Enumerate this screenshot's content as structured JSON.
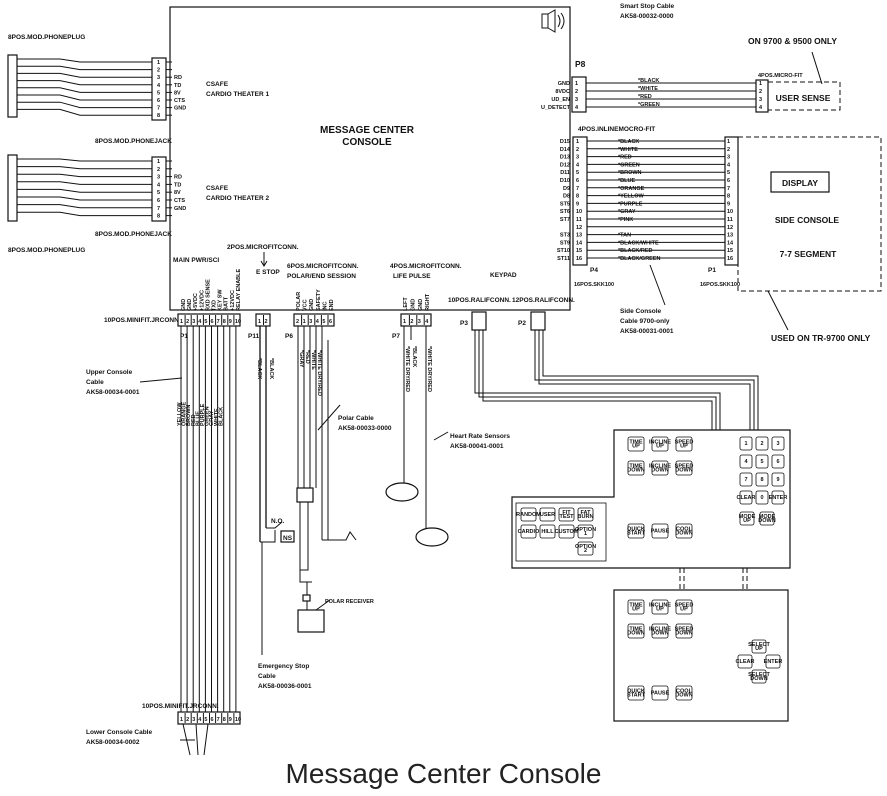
{
  "caption": "Message Center Console",
  "console": {
    "title1": "MESSAGE CENTER",
    "title2": "CONSOLE",
    "p8": "P8"
  },
  "phoneplug_top": "8POS.MOD.PHONEPLUG",
  "phonejack_top": "8POS.MOD.PHONEJACK",
  "phoneplug_bottom": "8POS.MOD.PHONEPLUG",
  "phonejack_bottom": "8POS.MOD.PHONEJACK",
  "cafe1": {
    "line1": "CSAFE",
    "line2": "CARDIO THEATER 1"
  },
  "cafe2": {
    "line1": "CSAFE",
    "line2": "CARDIO THEATER 2"
  },
  "csafe_signals": [
    "RD",
    "TD",
    "8V",
    "CTS",
    "GND"
  ],
  "jack_pins": [
    "1",
    "2",
    "3",
    "4",
    "5",
    "6",
    "7",
    "8"
  ],
  "smart_stop": {
    "line1": "Smart Stop Cable",
    "line2": "AK58-00032-0000"
  },
  "note_9700_9500": "ON 9700 & 9500 ONLY",
  "micro_fit_4": "4POS.MICRO-FIT",
  "user_sense": "USER SENSE",
  "smart_signals": [
    "GND",
    "8VDC",
    "UD_EN",
    "U_DETECT"
  ],
  "smart_colors": [
    "*BLACK",
    "*WHITE",
    "*RED",
    "*GREEN"
  ],
  "inline_label": "4POS.INLINEMOCRO-FIT",
  "side_signals": [
    "D15",
    "D14",
    "D13",
    "D12",
    "D11",
    "D10",
    "D9",
    "D8",
    "ST5",
    "ST6",
    "ST7",
    "",
    "ST3",
    "ST9",
    "ST10",
    "ST11"
  ],
  "side_colors": [
    "*BLACK",
    "*WHITE",
    "*RED",
    "*GREEN",
    "*BROWN",
    "*BLUE",
    "*ORANGE",
    "*YELLOW",
    "*PURPLE",
    "*GRAY",
    "*PINK",
    "",
    "*TAN",
    "*BLACK/WHITE",
    "*BLACK/RED",
    "*BLACK/GREEN"
  ],
  "side_pins": [
    "1",
    "2",
    "3",
    "4",
    "5",
    "6",
    "7",
    "8",
    "9",
    "10",
    "11",
    "12",
    "13",
    "14",
    "15",
    "16"
  ],
  "p4": "P4",
  "p1_right": "P1",
  "skk_left": "16POS.SKK100",
  "skk_right": "16POS.SKK100",
  "side_cable": {
    "line1": "Side Console",
    "line2": "Cable 9700-only",
    "line3": "AK58-00031-0001"
  },
  "side_console": {
    "display": "DISPLAY",
    "name": "SIDE CONSOLE",
    "segment": "7-7 SEGMENT"
  },
  "tr9700": "USED ON TR-9700 ONLY",
  "micro2": "2POS.MICROFITCONN.",
  "main_pwr": "MAIN PWR/SCI",
  "pos6": {
    "line1": "6POS.MICROFITCONN.",
    "line2": "POLAR/END SESSION"
  },
  "pos4": {
    "line1": "4POS.MICROFITCONN.",
    "line2": "LIFE PULSE"
  },
  "keypad": "KEYPAD",
  "estop": "E STOP",
  "p1_main": "10POS.MINIFIT.JRCONN.",
  "p1": "P1",
  "p11": "P11",
  "p6": "P6",
  "p7": "P7",
  "p3": "P3",
  "p2": "P2",
  "rali10": "10POS.RALIFCONN.",
  "rali12": "12POS.RALIFCONN.",
  "pins10": [
    "1",
    "2",
    "3",
    "4",
    "5",
    "6",
    "7",
    "8",
    "9",
    "10"
  ],
  "pins2": [
    "1",
    "2"
  ],
  "pins6": [
    "2",
    "1",
    "3",
    "4",
    "5",
    "6"
  ],
  "pins4": [
    "1",
    "2",
    "3",
    "4"
  ],
  "main_signals": [
    "GND",
    "GND",
    "+5VDC",
    "+12VDC",
    "RXD SENSE",
    "TXD",
    "KEY SW",
    "BATT",
    "+12VDC",
    "RELAY ENABLE"
  ],
  "polar_signals": [
    "POLAR",
    "VCC",
    "GND",
    "SAFETY",
    "INC",
    "END"
  ],
  "pulse_signals": [
    "LEFT",
    "GND",
    "GND",
    "RIGHT"
  ],
  "upper_cable": {
    "line1": "Upper Console",
    "line2": "Cable",
    "line3": "AK58-00034-0001"
  },
  "wire_colors": [
    "YELLOW",
    "ORANGE",
    "BROWN",
    "RED",
    "BLUE",
    "PURPLE",
    "GREEN",
    "GRAY",
    "WHITE",
    "BLACK"
  ],
  "polar_cable": {
    "line1": "Polar Cable",
    "line2": "AK58-00033-0000"
  },
  "heart_rate": {
    "line1": "Heart Rate Sensors",
    "line2": "AK58-00041-0001"
  },
  "estop_wires": [
    "*BLACK",
    "*BLACK"
  ],
  "polar_wires": [
    "*GRAY",
    "*RED",
    "*WHITE",
    "*WHITE DRY/RED"
  ],
  "pulse_wires": [
    "*WHITE DRY/RED",
    "*BLACK",
    "*WHITE DRY/RED"
  ],
  "no_label": "N.O.",
  "ns_label": "NS",
  "polar_receiver": "POLAR RECEIVER",
  "estop_cable": {
    "line1": "Emergency Stop",
    "line2": "Cable",
    "line3": "AK58-00036-0001"
  },
  "lower_conn": "10POS.MINIFIT.JRCONN.",
  "lower_cable": {
    "line1": "Lower Console Cable",
    "line2": "AK58-00034-0002"
  },
  "keypad_upper": {
    "left_buttons": [
      "TIME UP",
      "TIME DOWN",
      "INCLINE UP",
      "INCLINE DOWN",
      "SPEED UP",
      "SPEED DOWN"
    ],
    "mode_buttons": [
      "RANDOM",
      "USER",
      "FIT TEST",
      "FAT BURN",
      "CARDIO",
      "HILL",
      "CUSTOM",
      "OPTION 1",
      "OPTION 2"
    ],
    "bottom_buttons": [
      "QUICK START",
      "PAUSE",
      "COOL DOWN"
    ],
    "numbers": [
      "1",
      "2",
      "3",
      "4",
      "5",
      "6",
      "7",
      "8",
      "9",
      "CLEAR",
      "0",
      "ENTER"
    ],
    "side_buttons": [
      "MODE UP",
      "MODE DOWN"
    ]
  },
  "keypad_lower": {
    "left_buttons": [
      "TIME UP",
      "TIME DOWN",
      "INCLINE UP",
      "INCLINE DOWN",
      "SPEED UP",
      "SPEED DOWN"
    ],
    "nav_buttons": [
      "SELECT UP",
      "CLEAR",
      "ENTER",
      "SELECT DOWN"
    ],
    "bottom_buttons": [
      "QUICK START",
      "PAUSE",
      "COOL DOWN"
    ]
  }
}
